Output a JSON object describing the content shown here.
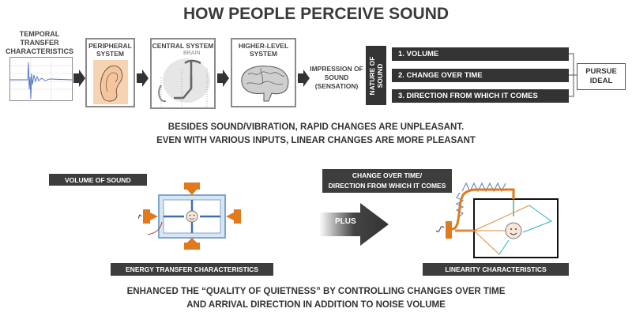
{
  "title": "HOW PEOPLE PERCEIVE SOUND",
  "flow": {
    "temporal": "TEMPORAL TRANSFER CHARACTERISTICS",
    "peripheral": "PERIPHERAL SYSTEM",
    "central": "CENTRAL SYSTEM",
    "brain": "BRAIN",
    "higher": "HIGHER-LEVEL SYSTEM",
    "impression": "IMPRESSION OF SOUND (SENSATION)"
  },
  "nature": {
    "label": "NATURE OF SOUND",
    "items": [
      "1. VOLUME",
      "2. CHANGE OVER TIME",
      "3. DIRECTION FROM WHICH IT COMES"
    ],
    "goal": "PURSUE IDEAL"
  },
  "statement": {
    "line1": "BESIDES SOUND/VIBRATION, RAPID CHANGES ARE UNPLEASANT.",
    "line2": "EVEN WITH VARIOUS INPUTS, LINEAR CHANGES ARE MORE PLEASANT"
  },
  "left_panel": {
    "header": "VOLUME OF SOUND",
    "caption": "ENERGY TRANSFER CHARACTERISTICS"
  },
  "plus": "PLUS",
  "right_panel": {
    "header_line1": "CHANGE OVER TIME/",
    "header_line2": "DIRECTION FROM WHICH IT COMES",
    "caption": "LINEARITY CHARACTERISTICS"
  },
  "conclusion": {
    "line1": "ENHANCED THE “QUALITY OF QUIETNESS” BY CONTROLLING CHANGES OVER TIME",
    "line2": "AND ARRIVAL DIRECTION IN ADDITION TO NOISE VOLUME"
  }
}
